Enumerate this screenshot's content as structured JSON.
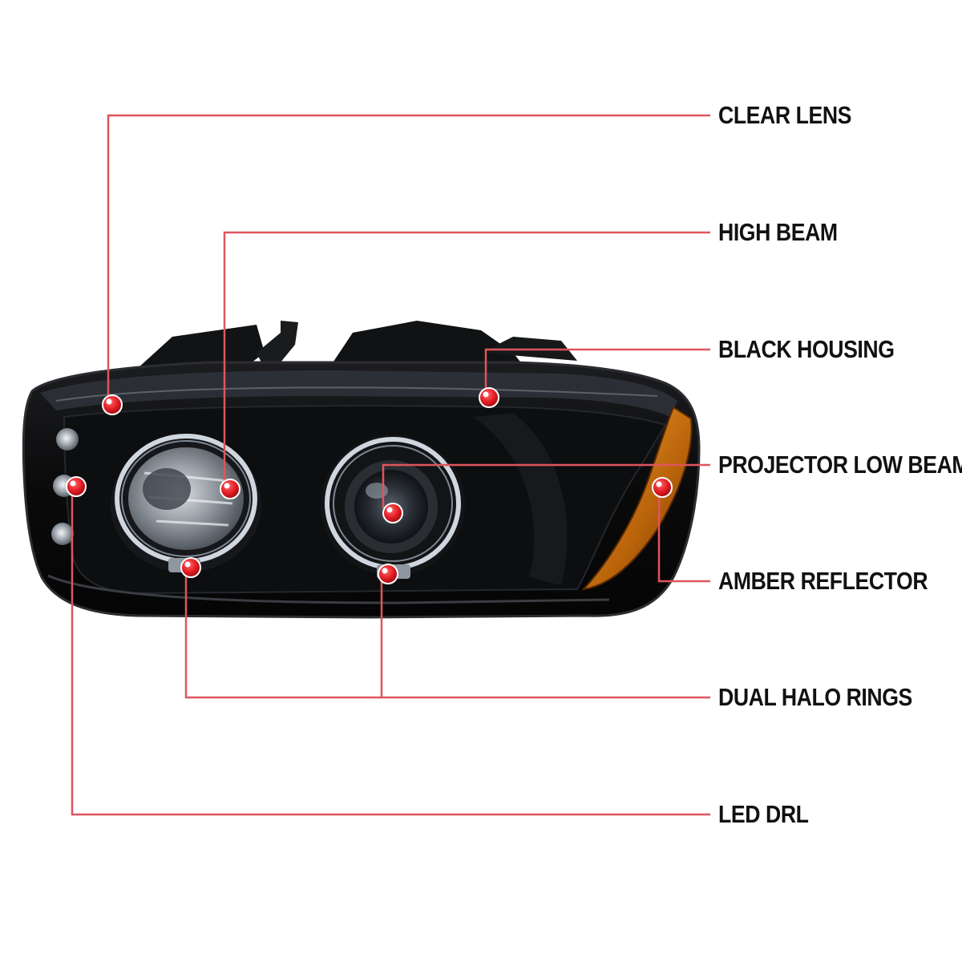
{
  "colors": {
    "leader_line": "#e0555d",
    "marker_fill": "#e31b23",
    "marker_ring": "#ffffff",
    "housing": "#0b0b0c",
    "amber": "#c8780c",
    "chrome": "#b9bec4"
  },
  "callouts": [
    {
      "id": "clear-lens",
      "label": "CLEAR LENS"
    },
    {
      "id": "high-beam",
      "label": "HIGH BEAM"
    },
    {
      "id": "black-housing",
      "label": "BLACK HOUSING"
    },
    {
      "id": "projector-low-beam",
      "label": "PROJECTOR LOW BEAM"
    },
    {
      "id": "amber-reflector",
      "label": "AMBER REFLECTOR"
    },
    {
      "id": "dual-halo-rings",
      "label": "DUAL HALO RINGS"
    },
    {
      "id": "led-drl",
      "label": "LED DRL"
    }
  ]
}
